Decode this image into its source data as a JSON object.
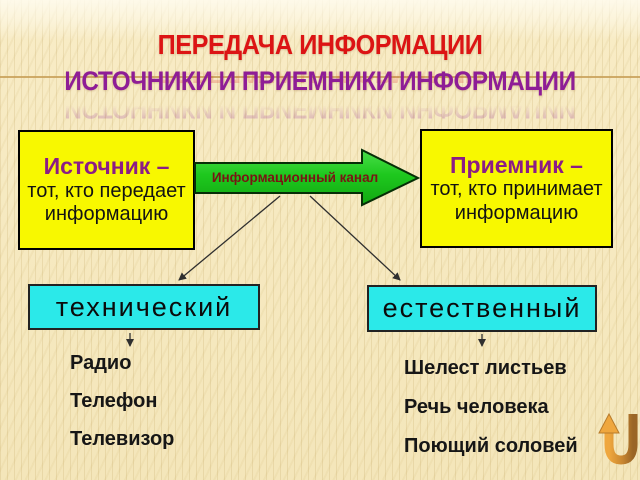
{
  "slide": {
    "title": "ПЕРЕДАЧА ИНФОРМАЦИИ",
    "subtitle": "ИСТОЧНИКИ И ПРИЕМНИКИ ИНФОРМАЦИИ"
  },
  "source_box": {
    "heading": "Источник –",
    "description": "тот, кто передает информацию"
  },
  "channel": {
    "label": "Информационный канал"
  },
  "receiver_box": {
    "heading": "Приемник –",
    "description": "тот, кто принимает информацию"
  },
  "categories": {
    "technical": {
      "label": "технический",
      "items": [
        "Радио",
        "Телефон",
        "Телевизор"
      ]
    },
    "natural": {
      "label": "естественный",
      "items": [
        "Шелест листьев",
        "Речь человека",
        "Поющий соловей"
      ]
    }
  },
  "icons": {
    "navigation": "u-turn-arrow"
  },
  "colors": {
    "title_red": "#dc1414",
    "subtitle_purple": "#8e1d96",
    "heading_purple": "#8b1c86",
    "channel_text_maroon": "#7a1414",
    "box_yellow": "#f8f800",
    "arrow_green": "#1ec81e",
    "category_cyan": "#2be9e9",
    "background_cream": "#f6e9c1",
    "divider_tan": "#c8a058",
    "nav_arrow_orange": "#eda03e",
    "nav_arrow_brown": "#9f6627"
  }
}
